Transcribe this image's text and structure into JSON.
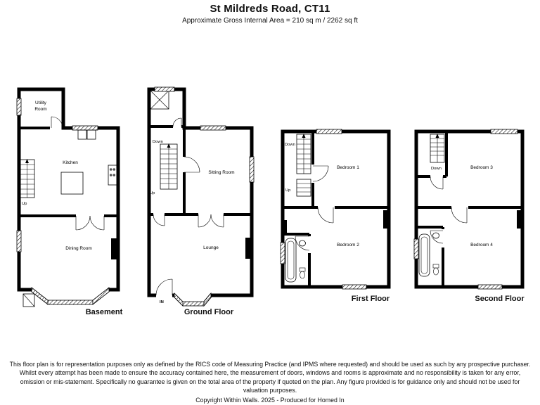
{
  "header": {
    "title": "St Mildreds Road, CT11",
    "subtitle": "Approximate Gross Internal Area = 210 sq m / 2262 sq ft"
  },
  "floors": {
    "basement": {
      "caption": "Basement",
      "rooms": {
        "utility": [
          "Utility",
          "Room"
        ],
        "kitchen": "Kitchen",
        "dining": "Dining Room"
      },
      "labels": {
        "up": "Up"
      }
    },
    "ground": {
      "caption": "Ground Floor",
      "rooms": {
        "sitting": "Sitting Room",
        "lounge": "Lounge"
      },
      "labels": {
        "down": "Down",
        "up": "Up",
        "in": "IN"
      }
    },
    "first": {
      "caption": "First Floor",
      "rooms": {
        "bedroom1": "Bedroom 1",
        "bedroom2": "Bedroom 2"
      },
      "labels": {
        "down": "Down",
        "up": "Up"
      }
    },
    "second": {
      "caption": "Second Floor",
      "rooms": {
        "bedroom3": "Bedroom 3",
        "bedroom4": "Bedroom 4"
      },
      "labels": {
        "down": "Down"
      }
    }
  },
  "footer": {
    "disclaimer": "This floor plan is for representation purposes only as defined by the RICS code of Measuring Practice (and IPMS where requested) and should be used as such by any prospective purchaser. Whilst every attempt has been made to ensure the accuracy contained here, the measurement of doors, windows and rooms is approximate and no responsibility is taken for any error, omission or mis-statement. Specifically no guarantee is given on the total area of the property if quoted on the plan. Any figure provided is for guidance only and should not be used for valuation purposes.",
    "copyright": "Copyright Within Walls. 2025 - Produced for Homed In"
  }
}
